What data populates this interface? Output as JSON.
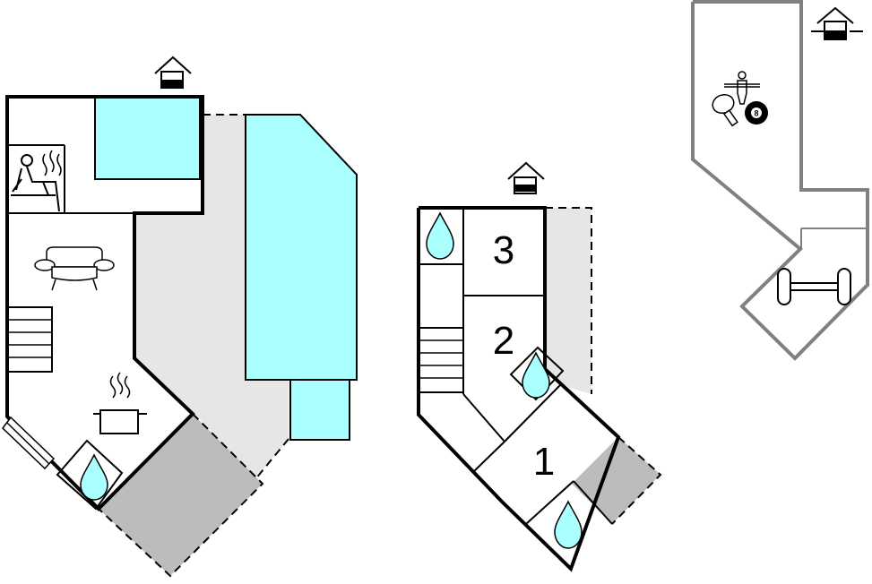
{
  "plan": {
    "floors": [
      {
        "rooms": []
      },
      {
        "rooms": [
          {
            "number": "3"
          },
          {
            "number": "2"
          },
          {
            "number": "1"
          }
        ]
      },
      {
        "rooms": []
      }
    ],
    "icons": {
      "entrance": "house-entrance-icon",
      "sauna": "sauna-icon",
      "living": "sofa-icon",
      "kitchen": "cooking-pot-icon",
      "bathroom": "water-drop-icon",
      "games": "table-football-icon",
      "table_tennis": "table-tennis-icon",
      "billiards": "billiard-ball-icon",
      "ball_number": "8",
      "fitness": "dumbbell-icon"
    },
    "colors": {
      "water": "#aaffff",
      "terrace": "#e6e6e6",
      "deck": "#bcbcbc",
      "walls": "#000000",
      "basement_walls": "#808080"
    }
  }
}
